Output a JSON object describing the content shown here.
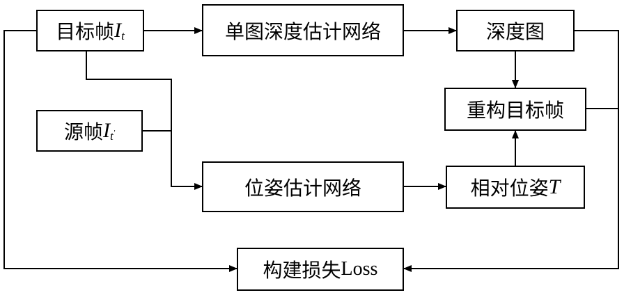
{
  "diagram": {
    "target_frame": {
      "label": "目标帧",
      "var": "I",
      "sub": "t"
    },
    "depth_net": {
      "label": "单图深度估计网络"
    },
    "depth_map": {
      "label": "深度图"
    },
    "reconstruct": {
      "label": "重构目标帧"
    },
    "source_frame": {
      "label": "源帧",
      "var": "I",
      "sub": "t",
      "sub_prime": "'"
    },
    "pose_net": {
      "label": "位姿估计网络"
    },
    "relative_pose": {
      "label": "相对位姿",
      "var": "T"
    },
    "loss": {
      "label": "构建损失",
      "latin": "Loss"
    }
  },
  "colors": {
    "stroke": "#000000",
    "background": "#ffffff"
  }
}
